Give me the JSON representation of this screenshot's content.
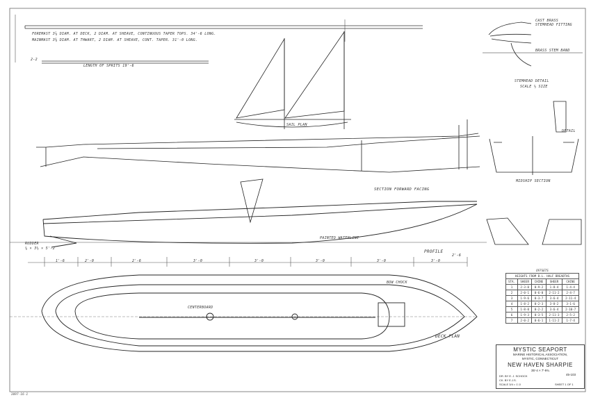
{
  "spec_notes": {
    "foremast": "FOREMAST  3⅞ DIAM. AT DECK, 2 DIAM. AT SHEAVE, CONTINUOUS TAPER TOPS. 34'-6 LONG.",
    "mainmast": "MAINMAST  3⅝ DIAM. AT THWART, 2 DIAM. AT SHEAVE, CONT. TAPER. 31'-0 LONG.",
    "sprits_length": "LENGTH OF SPRITS 19'-6",
    "sprit_label": "2-2"
  },
  "labels": {
    "sail_plan": "SAIL PLAN",
    "section_forward_facing": "SECTION FORWARD FACING",
    "profile": "PROFILE",
    "deck_plan": "DECK PLAN",
    "stemhead_detail": "STEMHEAD DETAIL",
    "stemhead_scale": "SCALE ½ SIZE",
    "painted_waterline": "PAINTED WATERLINE",
    "rudder": "RUDDER",
    "rudder_size": "¼ × 3½ × 5'-2",
    "bow_chock": "BOW CHOCK",
    "centerboard": "CENTERBOARD",
    "section_detail": "DETAIL",
    "stem_fitting": "CAST BRASS STEMHEAD FITTING",
    "brass_bend": "BRASS STEM BAND",
    "midship_section": "MIDSHIP SECTION",
    "sheet_number_small": "3897-16-1"
  },
  "station_dims": [
    "1'-6",
    "2'-0",
    "2'-6",
    "3'-0",
    "3'-0",
    "3'-0",
    "3'-0",
    "3'-0",
    "2'-6"
  ],
  "offsets": {
    "title": "OFFSETS",
    "header_group": "HEIGHTS FROM B.L.   HALF BREADTHS",
    "columns": [
      "STA.",
      "SHEER",
      "CHINE",
      "SHEER",
      "CHINE"
    ],
    "rows": [
      [
        "1",
        "2-3-0",
        "0-9-2",
        "1-8-4",
        "1-4-4"
      ],
      [
        "2",
        "2-0-1",
        "0-6-0",
        "2-11-2",
        "2-4-7"
      ],
      [
        "3",
        "1-9-6",
        "0-3-7",
        "3-6-4",
        "2-11-4"
      ],
      [
        "4",
        "1-8-2",
        "0-2-3",
        "3-8-2",
        "3-1-6"
      ],
      [
        "5",
        "1-8-0",
        "0-2-2",
        "3-6-4",
        "2-10-7"
      ],
      [
        "6",
        "1-9-3",
        "0-3-5",
        "2-11-3",
        "2-5-2"
      ],
      [
        "7",
        "2-0-2",
        "0-6-1",
        "1-11-2",
        "1-7-4"
      ]
    ]
  },
  "title_block": {
    "org": "MYSTIC SEAPORT",
    "assoc": "MARINE HISTORICAL ASSOCIATION,",
    "place": "MYSTIC,   CONNECTICUT",
    "vessel": "NEW HAVEN SHARPIE",
    "size": "35'-4 × 7'-9¾",
    "drawn_by": "DR. BY  E. J. SCHOCK",
    "checked": "CK. BY  E.J.S.",
    "scale": "SCALE  3/4 = 1'-0",
    "sheet": "SHEET  1 OF 1",
    "number": "45-103"
  }
}
